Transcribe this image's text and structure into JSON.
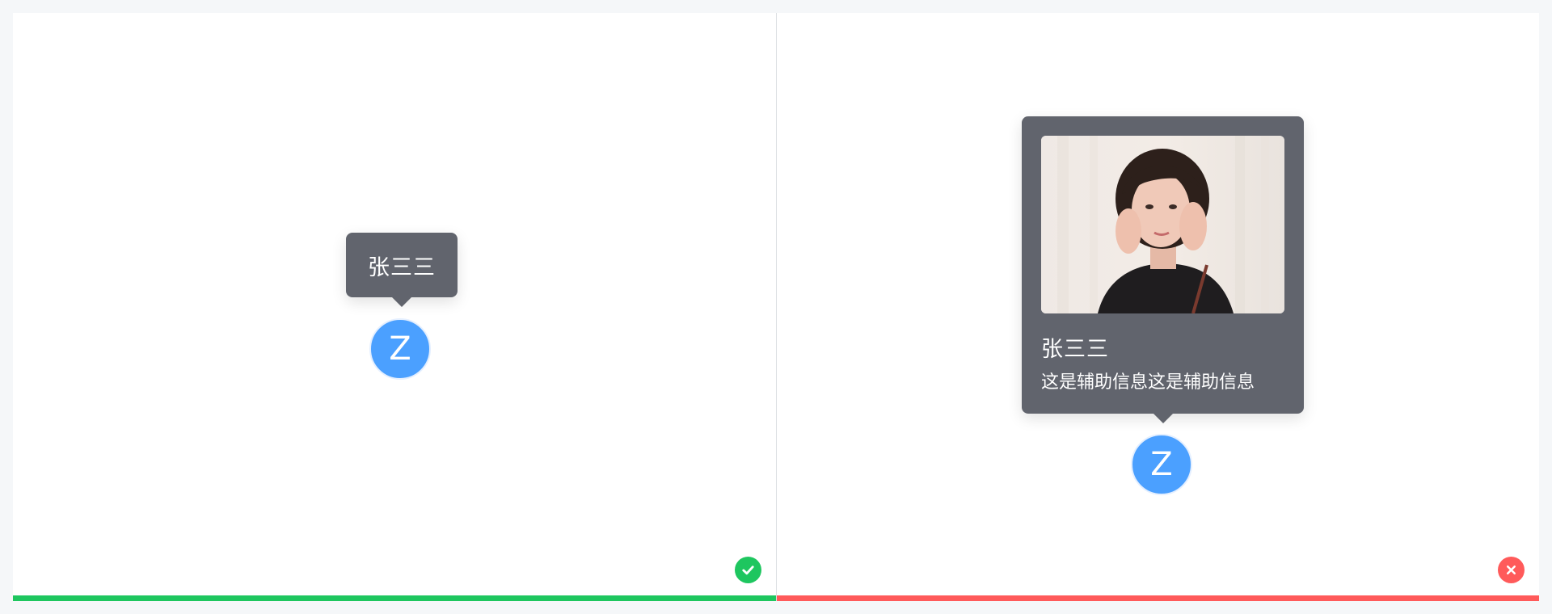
{
  "colors": {
    "background": "#f5f7f9",
    "panel": "#ffffff",
    "tooltip": "#61646d",
    "avatar": "#4ba0ff",
    "correct": "#1ec65f",
    "incorrect": "#ff5a5a"
  },
  "left_example": {
    "status": "correct",
    "status_icon": "check-icon",
    "tooltip": {
      "text": "张三三"
    },
    "avatar": {
      "initial": "Z"
    }
  },
  "right_example": {
    "status": "incorrect",
    "status_icon": "close-icon",
    "tooltip": {
      "image": "portrait-photo",
      "title": "张三三",
      "subtitle": "这是辅助信息这是辅助信息"
    },
    "avatar": {
      "initial": "Z"
    }
  }
}
